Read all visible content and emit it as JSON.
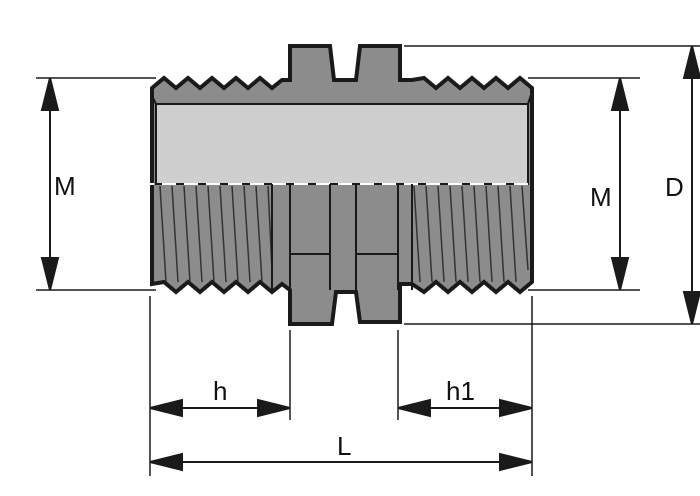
{
  "drawing": {
    "labels": {
      "m_left": "M",
      "m_right": "M",
      "d": "D",
      "h": "h",
      "h1": "h1",
      "l": "L"
    },
    "colors": {
      "outline": "#1a1a1a",
      "body_dark": "#8c8c8c",
      "body_light": "#cfcfcf",
      "background": "#ffffff"
    }
  }
}
